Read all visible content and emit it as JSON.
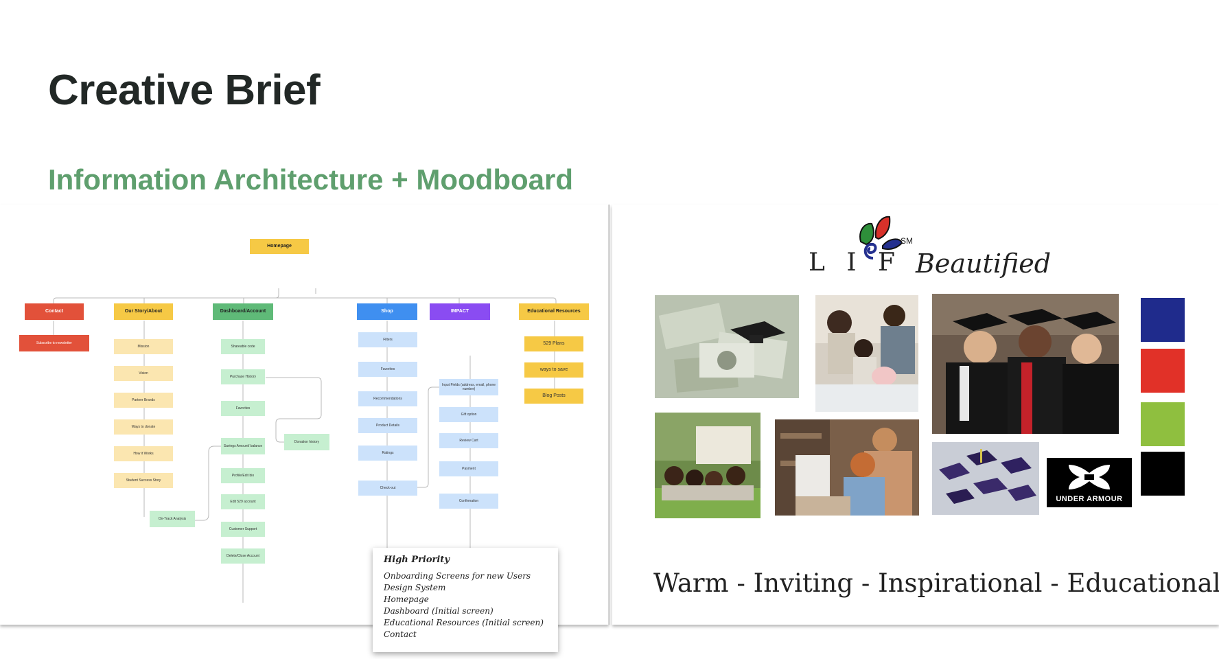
{
  "page": {
    "title": "Creative Brief",
    "subtitle": "Information Architecture + Moodboard"
  },
  "ia": {
    "root": "Homepage",
    "categories": [
      {
        "label": "Contact",
        "color": "#e2513a",
        "children": [
          "Subscribe to newsletter"
        ]
      },
      {
        "label": "Our Story/About",
        "color": "#f6c945",
        "children": [
          "Mission",
          "Vision",
          "Partner Brands",
          "Ways to donate",
          "How it Works",
          "Student Success Story"
        ]
      },
      {
        "label": "Dashboard/Account",
        "color": "#5fba78",
        "children": [
          "Shareable code",
          "Purchase History",
          "Favorites",
          "Savings Amount/ balance",
          "Profile/Edit bio",
          "Edit 529 account",
          "Customer Support",
          "Delete/Close Account",
          "Donation history",
          "On-Track Analysis"
        ]
      },
      {
        "label": "Shop",
        "color": "#3f8ff0",
        "children": [
          "Filters",
          "Favorites",
          "Recommendations",
          "Product Details",
          "Ratings",
          "Check-out"
        ]
      },
      {
        "label": "IMPACT",
        "color": "#8a4cf2",
        "children": [
          "Input Fields (address, email, phone number)",
          "Gift option",
          "Review Cart",
          "Payment",
          "Confirmation"
        ]
      },
      {
        "label": "Educational Resources",
        "color": "#f6c945",
        "children": [
          "529 Plans",
          "ways to save",
          "Blog Posts"
        ]
      }
    ]
  },
  "note": {
    "title": "High Priority",
    "items": [
      "Onboarding Screens for new Users",
      "Design System",
      "Homepage",
      "Dashboard (Initial screen)",
      "Educational Resources (Initial screen)",
      "Contact"
    ]
  },
  "moodboard": {
    "logo": {
      "left": "L I F",
      "mark": "SM",
      "right": "Beautified"
    },
    "images": [
      {
        "name": "money-graduation-cap-photo"
      },
      {
        "name": "family-piggy-bank-photo"
      },
      {
        "name": "graduates-celebrating-photo"
      },
      {
        "name": "friends-on-lawn-photo"
      },
      {
        "name": "parent-child-computer-photo"
      },
      {
        "name": "graduation-caps-toss-photo"
      }
    ],
    "brand_logo_text": "UNDER ARMOUR",
    "swatches": [
      "#1f2b8c",
      "#e13128",
      "#8fbf3f",
      "#000000"
    ],
    "tagline": "Warm - Inviting - Inspirational - Educational"
  }
}
